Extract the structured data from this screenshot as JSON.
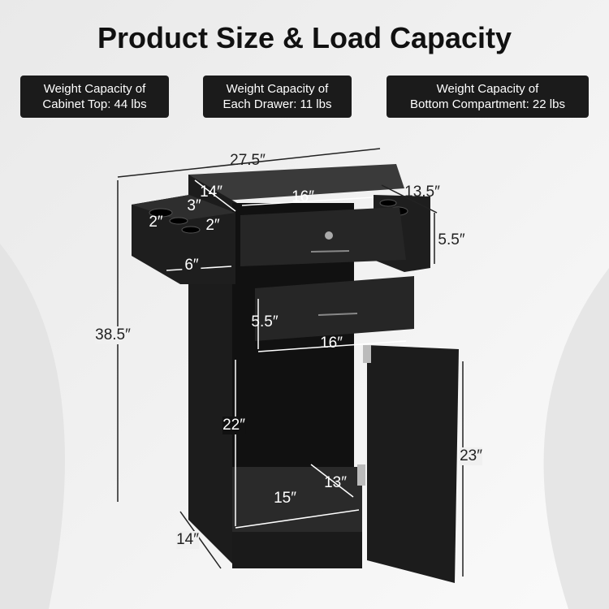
{
  "title": "Product Size & Load Capacity",
  "capacities": [
    {
      "line1": "Weight Capacity of",
      "line2": "Cabinet Top: 44 lbs"
    },
    {
      "line1": "Weight Capacity of",
      "line2": "Each Drawer: 11 lbs"
    },
    {
      "line1": "Weight Capacity of",
      "line2": "Bottom Compartment: 22 lbs"
    }
  ],
  "dimensions": {
    "total_width": "27.5″",
    "top_depth": "14″",
    "top_width": "16″",
    "side_depth": "13.5″",
    "hole_large": "3″",
    "hole_small_left": "2″",
    "hole_small_right": "2″",
    "side_height": "5.5″",
    "side_width": "6″",
    "total_height": "38.5″",
    "drawer_height": "5.5″",
    "drawer_width": "16″",
    "compartment_height": "22″",
    "door_height": "23″",
    "shelf_depth": "13″",
    "compartment_width": "15″",
    "base_depth": "14″"
  }
}
